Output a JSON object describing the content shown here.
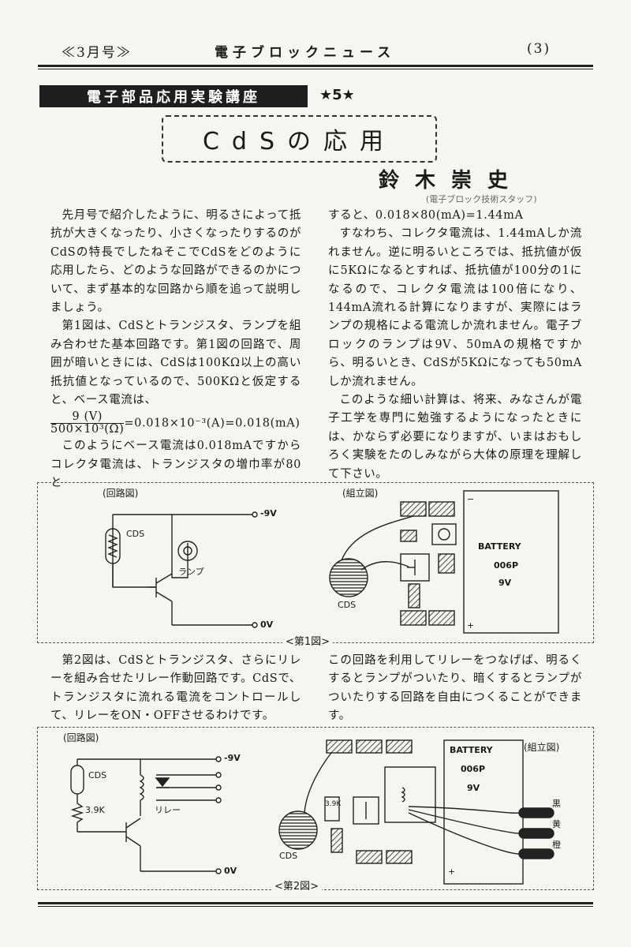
{
  "header": {
    "issue": "≪3月号≫",
    "title": "電子ブロックニュース",
    "page": "(3)"
  },
  "article": {
    "series": "電子部品応用実験講座",
    "number": "★5★",
    "title": "CdSの応用",
    "author": "鈴木崇史",
    "affiliation": "(電子ブロック技術スタッフ)"
  },
  "col1": {
    "p1": "先月号で紹介したように、明るさによって抵抗が大きくなったり、小さくなったりするのがCdSの特長でしたねそこでCdSをどのように応用したら、どのような回路ができるのかについて、まず基本的な回路から順を追って説明しましょう。",
    "p2": "第1図は、CdSとトランジスタ、ランプを組み合わせた基本回路です。第1図の回路で、周囲が暗いときには、CdSは100KΩ以上の高い抵抗値となっているので、500KΩと仮定すると、ベース電流は、",
    "eq_num": "9 (V)",
    "eq_den": "500×10³(Ω)",
    "eq_rest": "=0.018×10⁻³(A)=0.018(mA)",
    "p3": "このようにベース電流は0.018mAですからコレクタ電流は、トランジスタの増巾率が80と"
  },
  "col2": {
    "p1": "すると、0.018×80(mA)=1.44mA",
    "p2": "すなわち、コレクタ電流は、1.44mAしか流れません。逆に明るいところでは、抵抗値が仮に5KΩになるとすれば、抵抗値が100分の1になるので、コレクタ電流は100倍になり、144mA流れる計算になりますが、実際にはランプの規格による電流しか流れません。電子ブロックのランプは9V、50mAの規格ですから、明るいとき、CdSが5KΩになっても50mAしか流れません。",
    "p3": "このような細い計算は、将来、みなさんが電子工学を専門に勉強するようになったときには、かならず必要になりますが、いまはおもしろく実験をたのしみながら大体の原理を理解して下さい。"
  },
  "fig1": {
    "schematic_label": "(回路図)",
    "assembly_label": "(組立図)",
    "caption": "<第1図>",
    "cds": "CDS",
    "lamp": "ランプ",
    "v_neg": "-9V",
    "v_zero": "0V",
    "cds_assembly": "CDS",
    "battery": "BATTERY",
    "battery_model": "006P",
    "battery_volt": "9V",
    "minus": "−",
    "plus": "+"
  },
  "mid": {
    "col1": "第2図は、CdSとトランジスタ、さらにリレーを組み合せたリレー作動回路です。CdSで、トランジスタに流れる電流をコントロールして、リレーをON・OFFさせるわけです。",
    "col2": "この回路を利用してリレーをつなげば、明るくするとランプがついたり、暗くするとランプがついたりする回路を自由につくることができます。"
  },
  "fig2": {
    "schematic_label": "(回路図)",
    "assembly_label": "(組立図)",
    "caption": "<第2図>",
    "cds": "CDS",
    "resistor": "3.9K",
    "relay": "リレー",
    "v_neg": "-9V",
    "v_zero": "0V",
    "cds_assembly": "CDS",
    "resistor_block": "3.9K",
    "battery": "BATTERY",
    "battery_model": "006P",
    "battery_volt": "9V",
    "wire_black": "黒",
    "wire_yellow": "黄",
    "wire_orange": "橙",
    "plus": "+"
  }
}
